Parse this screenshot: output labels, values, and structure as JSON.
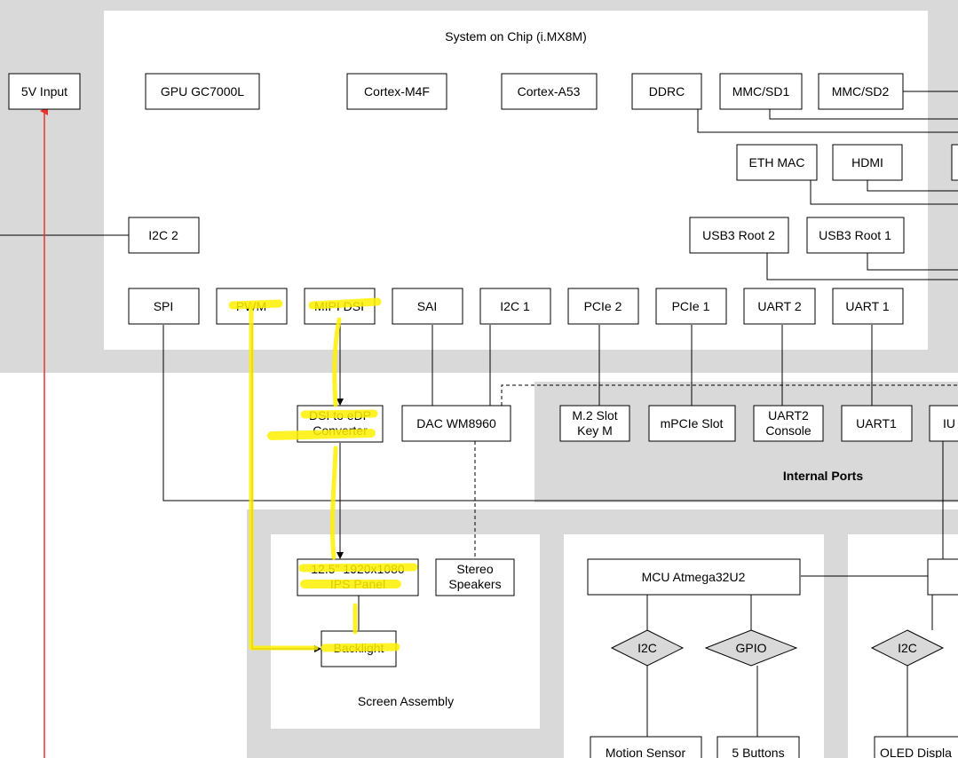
{
  "colors": {
    "region_bg": "#d9d9d9",
    "soc_bg": "#ffffff",
    "box_border": "#000000",
    "highlighter": "#fff000",
    "power_line": "#e8352e"
  },
  "soc": {
    "title": "System on Chip (i.MX8M)",
    "blocks": {
      "gpu": "GPU GC7000L",
      "m4f": "Cortex-M4F",
      "a53": "Cortex-A53",
      "ddrc": "DDRC",
      "mmc1": "MMC/SD1",
      "mmc2": "MMC/SD2",
      "eth": "ETH MAC",
      "hdmi": "HDMI",
      "i2c2": "I2C 2",
      "usb2": "USB3 Root 2",
      "usb1": "USB3 Root 1",
      "spi": "SPI",
      "pwm": "PWM",
      "mipi": "MIPI DSI",
      "sai": "SAI",
      "i2c1": "I2C 1",
      "pcie2": "PCIe 2",
      "pcie1": "PCIe 1",
      "uart2": "UART 2",
      "uart1": "UART 1"
    }
  },
  "power": {
    "input": "5V Input"
  },
  "peripherals": {
    "dsi_edp": [
      "DSI to eDP",
      "Converter"
    ],
    "dac": "DAC WM8960",
    "m2": [
      "M.2 Slot",
      "Key M"
    ],
    "mpcie": "mPCIe Slot",
    "uart2_console": [
      "UART2",
      "Console"
    ],
    "uart1": "UART1",
    "partial_right": "IU"
  },
  "internal_ports": {
    "title": "Internal Ports"
  },
  "screen_assembly": {
    "title": "Screen Assembly",
    "panel": [
      "12.5\" 1920x1080",
      "IPS Panel"
    ],
    "speakers": [
      "Stereo",
      "Speakers"
    ],
    "backlight": "Backlight"
  },
  "mcu_section": {
    "mcu": "MCU Atmega32U2",
    "bus_i2c": "I2C",
    "bus_gpio": "GPIO",
    "motion": "Motion Sensor",
    "buttons": "5 Buttons"
  },
  "right_section": {
    "bus_i2c": "I2C",
    "oled": "OLED Displa"
  }
}
